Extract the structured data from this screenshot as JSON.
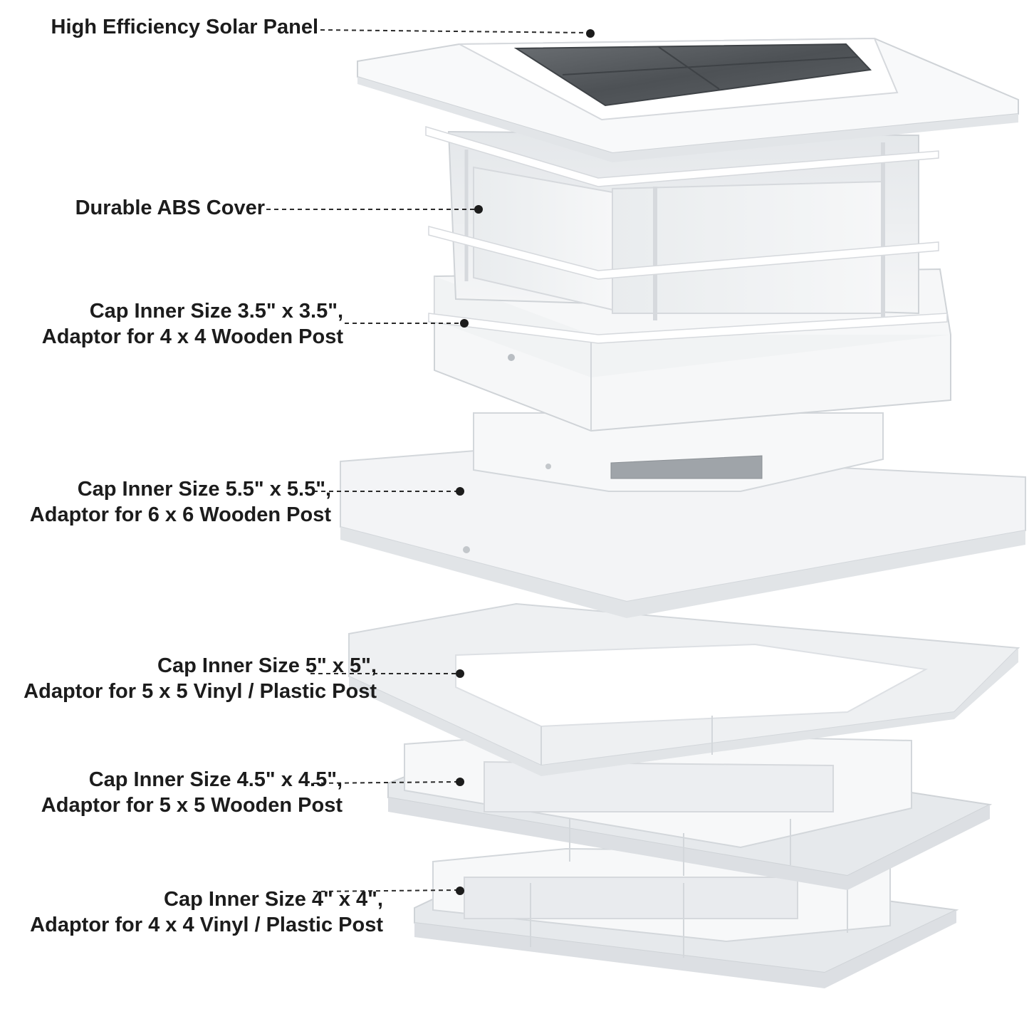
{
  "callouts": [
    {
      "id": "solar-panel",
      "lines": [
        "High Efficiency Solar Panel"
      ]
    },
    {
      "id": "abs-cover",
      "lines": [
        "Durable ABS Cover"
      ]
    },
    {
      "id": "cap-3-5",
      "lines": [
        "Cap Inner Size 3.5\" x 3.5\",",
        "Adaptor for 4 x 4 Wooden Post"
      ]
    },
    {
      "id": "cap-5-5",
      "lines": [
        "Cap Inner Size 5.5\" x 5.5\",",
        "Adaptor for 6 x 6 Wooden Post"
      ]
    },
    {
      "id": "cap-5",
      "lines": [
        "Cap Inner Size 5\" x 5\",",
        "Adaptor for 5 x 5 Vinyl / Plastic Post"
      ]
    },
    {
      "id": "cap-4-5",
      "lines": [
        "Cap Inner Size 4.5\" x 4.5\",",
        "Adaptor for 5 x 5 Wooden Post"
      ]
    },
    {
      "id": "cap-4",
      "lines": [
        "Cap Inner Size 4\" x 4\",",
        "Adaptor for 4 x 4 Vinyl / Plastic Post"
      ]
    }
  ],
  "colors": {
    "text": "#1c1c1c",
    "leader": "#2a2a2a",
    "solar_panel": "#55595d",
    "plastic": "#f4f5f6",
    "plastic_shadow": "#dfe2e5",
    "plastic_edge": "#c9cdd1"
  }
}
